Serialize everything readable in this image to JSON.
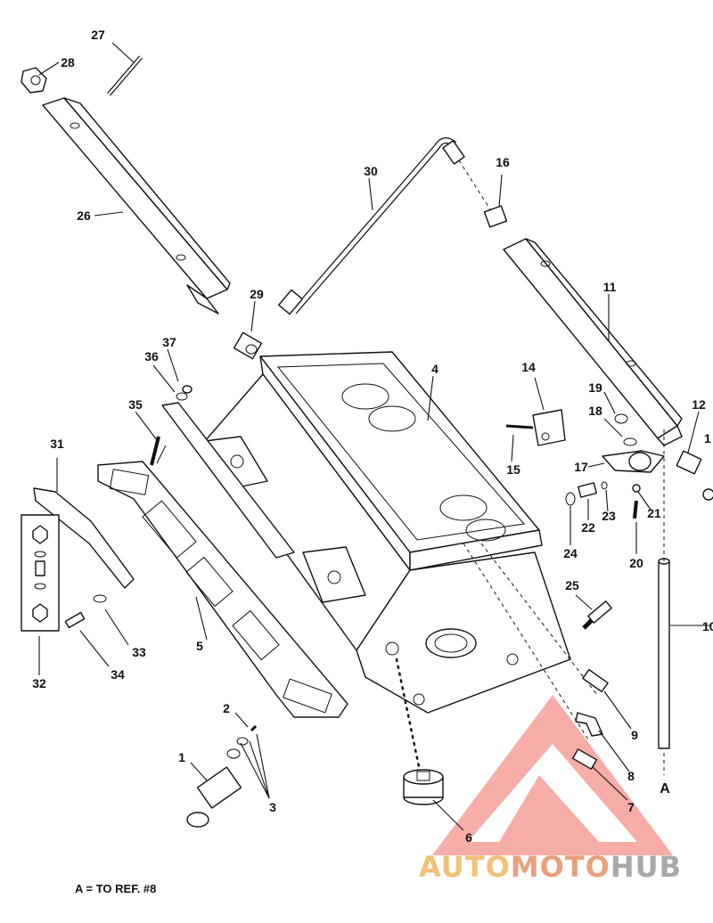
{
  "diagram": {
    "callouts": [
      "1",
      "2",
      "3",
      "4",
      "5",
      "6",
      "7",
      "8",
      "9",
      "10",
      "11",
      "12",
      "1",
      "14",
      "15",
      "16",
      "17",
      "18",
      "19",
      "20",
      "21",
      "22",
      "23",
      "24",
      "25",
      "26",
      "27",
      "28",
      "29",
      "30",
      "31",
      "32",
      "33",
      "34",
      "35",
      "36",
      "37",
      "A"
    ],
    "footnote": "A = TO REF. #8"
  },
  "watermark": {
    "part1": "AUTO",
    "part2": "MOTO",
    "part3": "HUB",
    "colors": {
      "primary": "#f1c178",
      "secondary": "#e9a07e",
      "tertiary": "#a9a9a9",
      "logo": "#e8564e"
    }
  }
}
